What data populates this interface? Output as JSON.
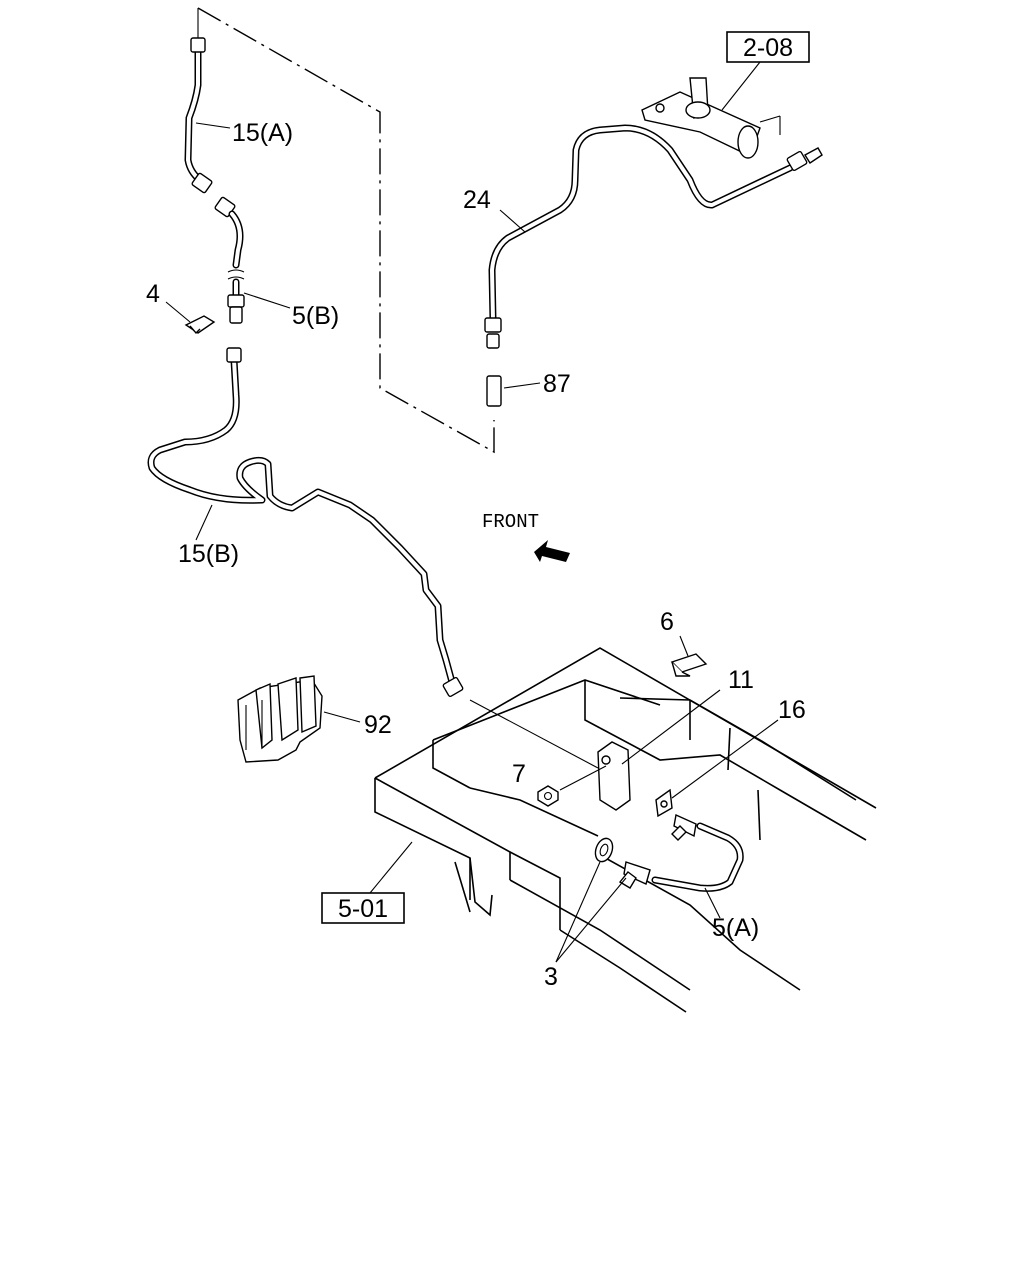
{
  "diagram": {
    "direction_label": "FRONT",
    "reference_boxes": [
      {
        "id": "ref-2-08",
        "text": "2-08"
      },
      {
        "id": "ref-5-01",
        "text": "5-01"
      }
    ],
    "part_labels": [
      {
        "id": "15A",
        "text": "15(A)"
      },
      {
        "id": "4",
        "text": "4"
      },
      {
        "id": "5B",
        "text": "5(B)"
      },
      {
        "id": "24",
        "text": "24"
      },
      {
        "id": "87",
        "text": "87"
      },
      {
        "id": "15B",
        "text": "15(B)"
      },
      {
        "id": "6",
        "text": "6"
      },
      {
        "id": "11",
        "text": "11"
      },
      {
        "id": "16",
        "text": "16"
      },
      {
        "id": "92",
        "text": "92"
      },
      {
        "id": "7",
        "text": "7"
      },
      {
        "id": "5A",
        "text": "5(A)"
      },
      {
        "id": "3",
        "text": "3"
      }
    ]
  }
}
